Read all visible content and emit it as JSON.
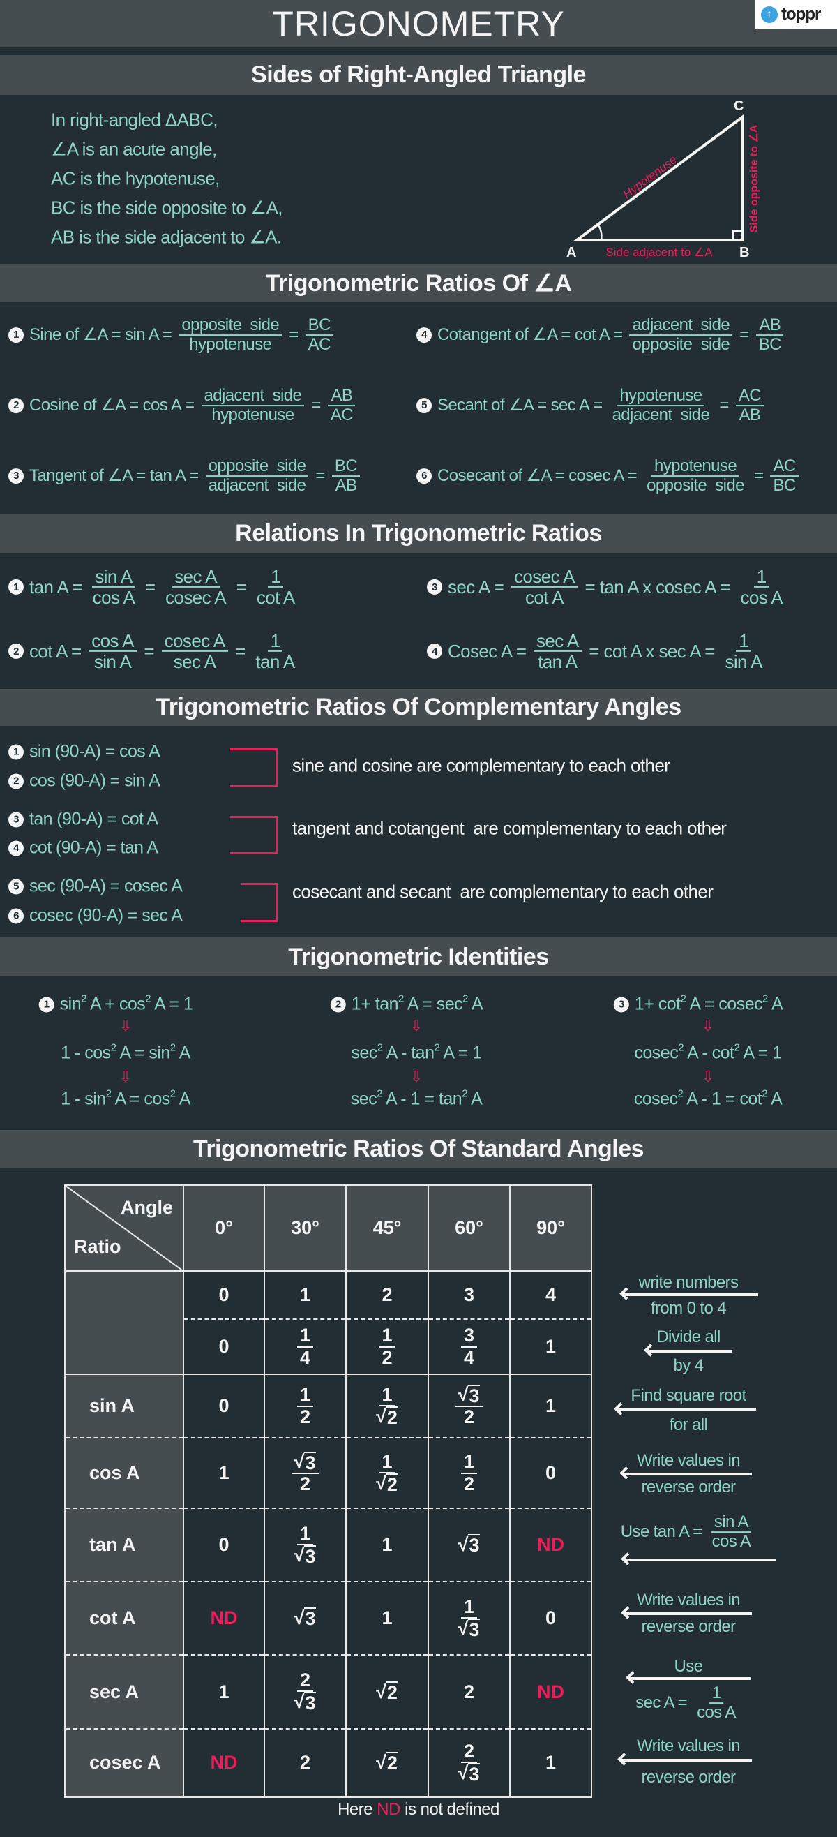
{
  "colors": {
    "background": "#222e33",
    "band": "#454d50",
    "text_teal": "#8fd3c6",
    "accent_pink": "#e91e5a",
    "white": "#f4f4f4",
    "logo_blue": "#3aa3e3"
  },
  "title": "TRIGONOMETRY",
  "logo": {
    "icon": "up-arrow-circle-icon",
    "text": "toppr"
  },
  "sides": {
    "heading": "Sides of Right-Angled Triangle",
    "lines": [
      "In right-angled ΔABC,",
      "∠A is an acute angle,",
      "AC is the hypotenuse,",
      "BC is the side opposite to ∠A,",
      "AB is the side adjacent to ∠A."
    ],
    "triangle": {
      "vertex_a": "A",
      "vertex_b": "B",
      "vertex_c": "C",
      "hypotenuse": "Hypotenuse",
      "adjacent": "Side adjacent to ∠A",
      "opposite": "Side opposite to ∠A"
    }
  },
  "ratios": {
    "heading": "Trigonometric Ratios Of ∠A",
    "items": [
      {
        "num": "1",
        "tokens": [
          "Sine of ∠A = sin A = ",
          {
            "n": "opposite  side",
            "d": "hypotenuse"
          },
          " = ",
          {
            "n": "BC",
            "d": "AC"
          }
        ]
      },
      {
        "num": "2",
        "tokens": [
          "Cosine of ∠A = cos A = ",
          {
            "n": "adjacent  side",
            "d": "hypotenuse"
          },
          " = ",
          {
            "n": "AB",
            "d": "AC"
          }
        ]
      },
      {
        "num": "3",
        "tokens": [
          "Tangent of ∠A = tan A = ",
          {
            "n": "opposite  side",
            "d": "adjacent  side"
          },
          " = ",
          {
            "n": "BC",
            "d": "AB"
          }
        ]
      },
      {
        "num": "4",
        "tokens": [
          "Cotangent of ∠A = cot A = ",
          {
            "n": "adjacent  side",
            "d": "opposite  side"
          },
          " = ",
          {
            "n": "AB",
            "d": "BC"
          }
        ]
      },
      {
        "num": "5",
        "tokens": [
          "Secant of ∠A = sec A = ",
          {
            "n": "hypotenuse",
            "d": "adjacent  side"
          },
          " = ",
          {
            "n": "AC",
            "d": "AB"
          }
        ]
      },
      {
        "num": "6",
        "tokens": [
          "Cosecant of ∠A = cosec A = ",
          {
            "n": "hypotenuse",
            "d": "opposite  side"
          },
          " = ",
          {
            "n": "AC",
            "d": "BC"
          }
        ]
      }
    ]
  },
  "relations": {
    "heading": "Relations In Trigonometric Ratios",
    "items": [
      {
        "num": "1",
        "tokens": [
          "tan A = ",
          {
            "n": "sin A",
            "d": "cos A"
          },
          " = ",
          {
            "n": "sec A",
            "d": "cosec A"
          },
          " = ",
          {
            "n": "1",
            "d": "cot A"
          }
        ]
      },
      {
        "num": "2",
        "tokens": [
          "cot A = ",
          {
            "n": "cos A",
            "d": "sin A"
          },
          " = ",
          {
            "n": "cosec A",
            "d": "sec A"
          },
          " = ",
          {
            "n": "1",
            "d": "tan A"
          }
        ]
      },
      {
        "num": "3",
        "tokens": [
          "sec A = ",
          {
            "n": "cosec A",
            "d": "cot A"
          },
          " = tan A x cosec A = ",
          {
            "n": "1",
            "d": "cos A"
          }
        ]
      },
      {
        "num": "4",
        "tokens": [
          "Cosec A = ",
          {
            "n": "sec A",
            "d": "tan A"
          },
          " = cot A x sec A = ",
          {
            "n": "1",
            "d": "sin A"
          }
        ]
      }
    ]
  },
  "complementary": {
    "heading": "Trigonometric Ratios Of Complementary Angles",
    "groups": [
      {
        "items": [
          {
            "num": "1",
            "text": "sin (90-A) = cos A"
          },
          {
            "num": "2",
            "text": "cos (90-A) = sin A"
          }
        ],
        "note": "sine and cosine are complementary to each other"
      },
      {
        "items": [
          {
            "num": "3",
            "text": "tan (90-A) = cot A"
          },
          {
            "num": "4",
            "text": "cot (90-A) = tan A"
          }
        ],
        "note": "tangent and cotangent  are complementary to each other"
      },
      {
        "items": [
          {
            "num": "5",
            "text": "sec (90-A) = cosec A"
          },
          {
            "num": "6",
            "text": "cosec (90-A) = sec A"
          }
        ],
        "note": "cosecant and secant  are complementary to each other"
      }
    ]
  },
  "identities": {
    "heading": "Trigonometric Identities",
    "arrow_icon": "double-down-arrow-icon",
    "columns": [
      {
        "num": "1",
        "lines": [
          [
            "sin",
            {
              "sup": "2"
            },
            " A + cos",
            {
              "sup": "2"
            },
            " A = 1"
          ],
          [
            "1 - cos",
            {
              "sup": "2"
            },
            " A = sin",
            {
              "sup": "2"
            },
            " A"
          ],
          [
            "1 - sin",
            {
              "sup": "2"
            },
            " A = cos",
            {
              "sup": "2"
            },
            " A"
          ]
        ]
      },
      {
        "num": "2",
        "lines": [
          [
            "1+ tan",
            {
              "sup": "2"
            },
            " A = sec",
            {
              "sup": "2"
            },
            " A"
          ],
          [
            "sec",
            {
              "sup": "2"
            },
            " A - tan",
            {
              "sup": "2"
            },
            " A = 1"
          ],
          [
            "sec",
            {
              "sup": "2"
            },
            " A - 1 = tan",
            {
              "sup": "2"
            },
            " A"
          ]
        ]
      },
      {
        "num": "3",
        "lines": [
          [
            "1+ cot",
            {
              "sup": "2"
            },
            " A = cosec",
            {
              "sup": "2"
            },
            " A"
          ],
          [
            "cosec",
            {
              "sup": "2"
            },
            " A - cot",
            {
              "sup": "2"
            },
            " A = 1"
          ],
          [
            "cosec",
            {
              "sup": "2"
            },
            " A - 1 = cot",
            {
              "sup": "2"
            },
            " A"
          ]
        ]
      }
    ]
  },
  "standard": {
    "heading": "Trigonometric Ratios Of Standard Angles",
    "corner": {
      "angle": "Angle",
      "ratio": "Ratio"
    },
    "angles": [
      "0°",
      "30°",
      "45°",
      "60°",
      "90°"
    ],
    "helper_rows": [
      [
        [
          "0"
        ],
        [
          "1"
        ],
        [
          "2"
        ],
        [
          "3"
        ],
        [
          "4"
        ]
      ],
      [
        [
          "0"
        ],
        [
          {
            "n": "1",
            "d": "4"
          }
        ],
        [
          {
            "n": "1",
            "d": "2"
          }
        ],
        [
          {
            "n": "3",
            "d": "4"
          }
        ],
        [
          "1"
        ]
      ]
    ],
    "rows": [
      {
        "label": "sin A",
        "cells": [
          [
            "0"
          ],
          [
            {
              "n": "1",
              "d": "2"
            }
          ],
          [
            {
              "n": "1",
              "d": {
                "sqrt": "2"
              }
            }
          ],
          [
            {
              "n": {
                "sqrt": "3"
              },
              "d": "2"
            }
          ],
          [
            "1"
          ]
        ]
      },
      {
        "label": "cos A",
        "cells": [
          [
            "1"
          ],
          [
            {
              "n": {
                "sqrt": "3"
              },
              "d": "2"
            }
          ],
          [
            {
              "n": "1",
              "d": {
                "sqrt": "2"
              }
            }
          ],
          [
            {
              "n": "1",
              "d": "2"
            }
          ],
          [
            "0"
          ]
        ]
      },
      {
        "label": "tan A",
        "cells": [
          [
            "0"
          ],
          [
            {
              "n": "1",
              "d": {
                "sqrt": "3"
              }
            }
          ],
          [
            "1"
          ],
          [
            {
              "sqrt": "3"
            }
          ],
          [
            "ND"
          ]
        ]
      },
      {
        "label": "cot A",
        "cells": [
          [
            "ND"
          ],
          [
            {
              "sqrt": "3"
            }
          ],
          [
            "1"
          ],
          [
            {
              "n": "1",
              "d": {
                "sqrt": "3"
              }
            }
          ],
          [
            "0"
          ]
        ]
      },
      {
        "label": "sec A",
        "cells": [
          [
            "1"
          ],
          [
            {
              "n": "2",
              "d": {
                "sqrt": "3"
              }
            }
          ],
          [
            {
              "sqrt": "2"
            }
          ],
          [
            "2"
          ],
          [
            "ND"
          ]
        ]
      },
      {
        "label": "cosec A",
        "cells": [
          [
            "ND"
          ],
          [
            "2"
          ],
          [
            {
              "sqrt": "2"
            }
          ],
          [
            {
              "n": "2",
              "d": {
                "sqrt": "3"
              }
            }
          ],
          [
            "1"
          ]
        ]
      }
    ],
    "annotations": {
      "a1_top": "write numbers",
      "a1_bottom": "from 0 to 4",
      "a2_top": "Divide all",
      "a2_bottom": "by 4",
      "a3_top": "Find square root",
      "a3_bottom": "for all",
      "a4_top": "Write values in",
      "a4_bottom": "reverse order",
      "a5": [
        "Use tan A = ",
        {
          "n": "sin A",
          "d": "cos A"
        }
      ],
      "a6_top": "Write values in",
      "a6_bottom": "reverse order",
      "a7_top": "Use",
      "a7_bottom": [
        "sec A = ",
        {
          "n": "1",
          "d": "cos A"
        }
      ],
      "a8_top": "Write values in",
      "a8_bottom": "reverse order"
    },
    "footer": {
      "before": "Here ",
      "nd": "ND",
      "after": " is not defined"
    }
  }
}
